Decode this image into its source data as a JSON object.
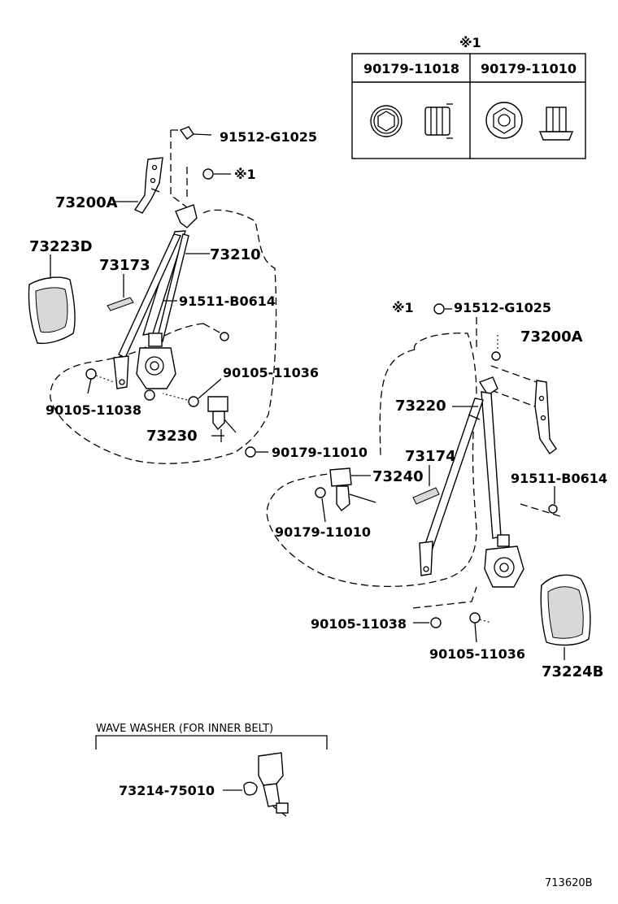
{
  "nut_table": {
    "mark": "※1",
    "col1": "90179-11018",
    "col2": "90179-11010"
  },
  "labels": {
    "l_91512_top": "91512-G1025",
    "l_mark1_left": "※1",
    "l_73200A_left": "73200A",
    "l_73223D": "73223D",
    "l_73173": "73173",
    "l_73210": "73210",
    "l_91511_left": "91511-B0614",
    "l_90105_11036_left": "90105-11036",
    "l_90105_11038_left": "90105-11038",
    "l_73230": "73230",
    "l_90179_11010_mid": "90179-11010",
    "l_mark1_right": "※1",
    "l_91512_right": "91512-G1025",
    "l_73200A_right": "73200A",
    "l_73220": "73220",
    "l_73174": "73174",
    "l_73240": "73240",
    "l_91511_right": "91511-B0614",
    "l_90179_11010_low": "90179-11010",
    "l_90105_11038_right": "90105-11038",
    "l_90105_11036_right": "90105-11036",
    "l_73224B": "73224B",
    "l_wave_washer": "WAVE WASHER (FOR INNER BELT)",
    "l_73214": "73214-75010",
    "l_figure_code": "713620B"
  }
}
